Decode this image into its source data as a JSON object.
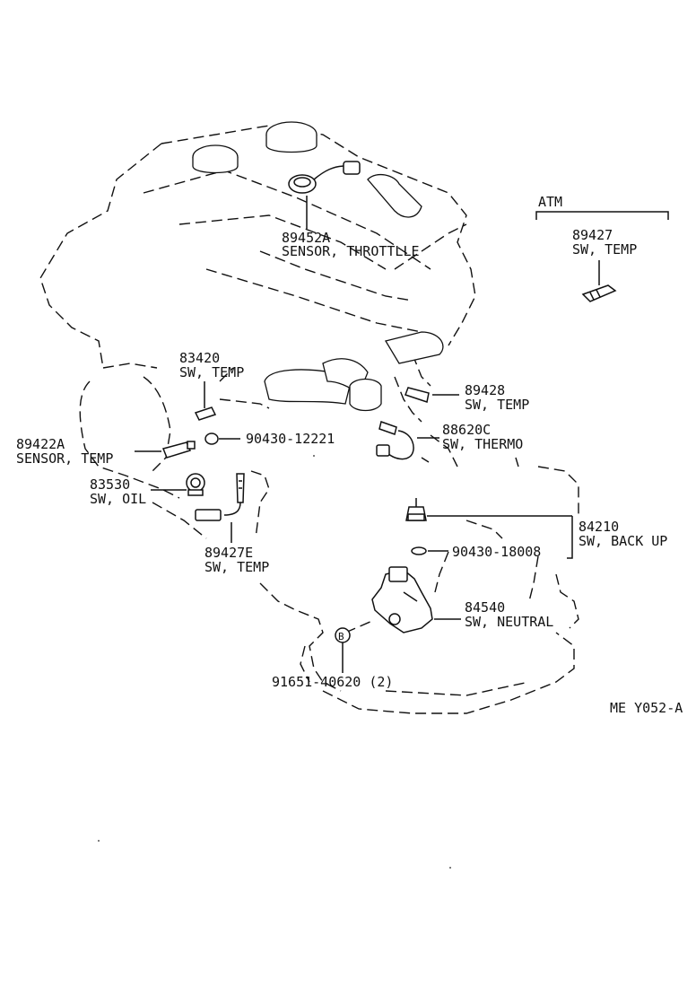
{
  "diagram_code": "ME Y052-A",
  "atm_label": "ATM",
  "callouts": {
    "throttle_sensor": {
      "number": "89452A",
      "name": "SENSOR, THROTTLLE"
    },
    "atm_temp_switch": {
      "number": "89427",
      "name": "SW, TEMP"
    },
    "temp_switch_83420": {
      "number": "83420",
      "name": "SW, TEMP"
    },
    "temp_switch_89428": {
      "number": "89428",
      "name": "SW, TEMP"
    },
    "thermo_switch": {
      "number": "88620C",
      "name": "SW, THERMO"
    },
    "temp_sensor": {
      "number": "89422A",
      "name": "SENSOR, TEMP"
    },
    "gasket_12221": {
      "number": "90430-12221"
    },
    "oil_switch": {
      "number": "83530",
      "name": "SW, OIL"
    },
    "temp_switch_89427e": {
      "number": "89427E",
      "name": "SW, TEMP"
    },
    "backup_switch": {
      "number": "84210",
      "name": "SW, BACK UP"
    },
    "gasket_18008": {
      "number": "90430-18008"
    },
    "neutral_switch": {
      "number": "84540",
      "name": "SW, NEUTRAL"
    },
    "bolt": {
      "number": "91651-40620 (2)",
      "marker": "B"
    }
  }
}
